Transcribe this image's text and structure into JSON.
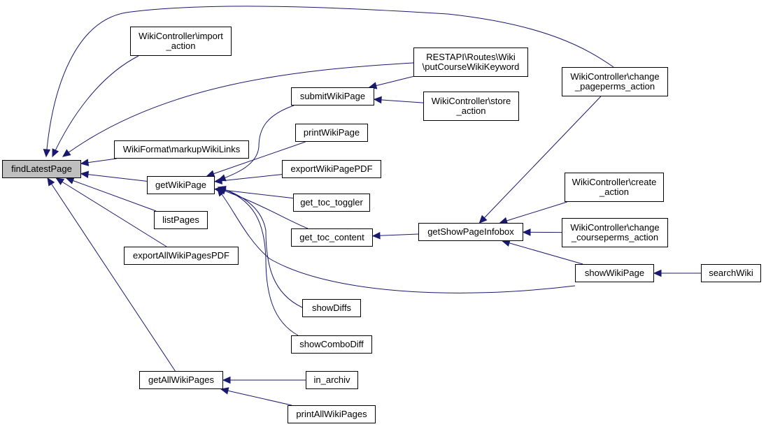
{
  "colors": {
    "edge": "#191970",
    "root_fill": "#bfbfbf",
    "node_border": "#000000"
  },
  "nodes": {
    "findLatestPage": {
      "lines": [
        "findLatestPage"
      ]
    },
    "importAction": {
      "lines": [
        "WikiController\\import",
        "_action"
      ]
    },
    "putKeyword": {
      "lines": [
        "RESTAPI\\Routes\\Wiki",
        "\\putCourseWikiKeyword"
      ]
    },
    "changePageperms": {
      "lines": [
        "WikiController\\change",
        "_pageperms_action"
      ]
    },
    "submitWikiPage": {
      "lines": [
        "submitWikiPage"
      ]
    },
    "storeAction": {
      "lines": [
        "WikiController\\store",
        "_action"
      ]
    },
    "printWikiPage": {
      "lines": [
        "printWikiPage"
      ]
    },
    "markupWikiLinks": {
      "lines": [
        "WikiFormat\\markupWikiLinks"
      ]
    },
    "exportWikiPagePDF": {
      "lines": [
        "exportWikiPagePDF"
      ]
    },
    "getWikiPage": {
      "lines": [
        "getWikiPage"
      ]
    },
    "createAction": {
      "lines": [
        "WikiController\\create",
        "_action"
      ]
    },
    "getTocToggler": {
      "lines": [
        "get_toc_toggler"
      ]
    },
    "listPages": {
      "lines": [
        "listPages"
      ]
    },
    "getShowPageInfobox": {
      "lines": [
        "getShowPageInfobox"
      ]
    },
    "changeCourseperms": {
      "lines": [
        "WikiController\\change",
        "_courseperms_action"
      ]
    },
    "getTocContent": {
      "lines": [
        "get_toc_content"
      ]
    },
    "exportAllWikiPagesPDF": {
      "lines": [
        "exportAllWikiPagesPDF"
      ]
    },
    "showWikiPage": {
      "lines": [
        "showWikiPage"
      ]
    },
    "searchWiki": {
      "lines": [
        "searchWiki"
      ]
    },
    "showDiffs": {
      "lines": [
        "showDiffs"
      ]
    },
    "showComboDiff": {
      "lines": [
        "showComboDiff"
      ]
    },
    "getAllWikiPages": {
      "lines": [
        "getAllWikiPages"
      ]
    },
    "inArchiv": {
      "lines": [
        "in_archiv"
      ]
    },
    "printAllWikiPages": {
      "lines": [
        "printAllWikiPages"
      ]
    }
  },
  "edges": [
    {
      "from": "importAction",
      "to": "findLatestPage"
    },
    {
      "from": "putKeyword",
      "to": "findLatestPage"
    },
    {
      "from": "changePageperms",
      "to": "findLatestPage"
    },
    {
      "from": "markupWikiLinks",
      "to": "findLatestPage"
    },
    {
      "from": "getWikiPage",
      "to": "findLatestPage"
    },
    {
      "from": "listPages",
      "to": "findLatestPage"
    },
    {
      "from": "exportAllWikiPagesPDF",
      "to": "findLatestPage"
    },
    {
      "from": "getAllWikiPages",
      "to": "findLatestPage"
    },
    {
      "from": "submitWikiPage",
      "to": "getWikiPage"
    },
    {
      "from": "printWikiPage",
      "to": "getWikiPage"
    },
    {
      "from": "exportWikiPagePDF",
      "to": "getWikiPage"
    },
    {
      "from": "getTocToggler",
      "to": "getWikiPage"
    },
    {
      "from": "getTocContent",
      "to": "getWikiPage"
    },
    {
      "from": "showWikiPage",
      "to": "getWikiPage"
    },
    {
      "from": "showDiffs",
      "to": "getWikiPage"
    },
    {
      "from": "showComboDiff",
      "to": "getWikiPage"
    },
    {
      "from": "putKeyword",
      "to": "submitWikiPage"
    },
    {
      "from": "storeAction",
      "to": "submitWikiPage"
    },
    {
      "from": "getShowPageInfobox",
      "to": "getTocContent"
    },
    {
      "from": "changePageperms",
      "to": "getShowPageInfobox"
    },
    {
      "from": "createAction",
      "to": "getShowPageInfobox"
    },
    {
      "from": "changeCourseperms",
      "to": "getShowPageInfobox"
    },
    {
      "from": "showWikiPage",
      "to": "getShowPageInfobox"
    },
    {
      "from": "searchWiki",
      "to": "showWikiPage"
    },
    {
      "from": "inArchiv",
      "to": "getAllWikiPages"
    },
    {
      "from": "printAllWikiPages",
      "to": "getAllWikiPages"
    }
  ]
}
